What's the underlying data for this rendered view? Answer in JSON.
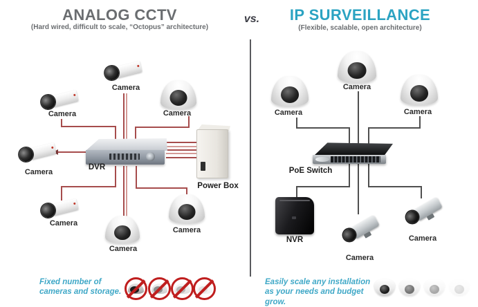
{
  "header": {
    "left_title": "ANALOG CCTV",
    "left_subtitle": "(Hard wired, difficult to scale, “Octopus” architecture)",
    "versus": "vs.",
    "right_title": "IP SURVEILLANCE",
    "right_subtitle": "(Flexible, scalable, open architecture)"
  },
  "analog": {
    "camera_label": "Camera",
    "dvr_label": "DVR",
    "power_box_label": "Power Box",
    "note": "Fixed number of cameras and storage.",
    "camera_count": 7,
    "banned_icon_count": 4
  },
  "ip": {
    "camera_label": "Camera",
    "switch_label": "PoE Switch",
    "nvr_label": "NVR",
    "note": "Easily scale any installation as your needs and budget grow.",
    "camera_count": 5,
    "scale_icon_count": 4
  },
  "colors": {
    "accent_cyan": "#2ba3c2",
    "title_gray": "#6a6d70",
    "note_cyan": "#3fa8c7",
    "analog_line": "#a64c4c",
    "analog_line_light": "#d49a96",
    "ip_line": "#4f4f4f",
    "ban_red": "#bf1e1e"
  }
}
